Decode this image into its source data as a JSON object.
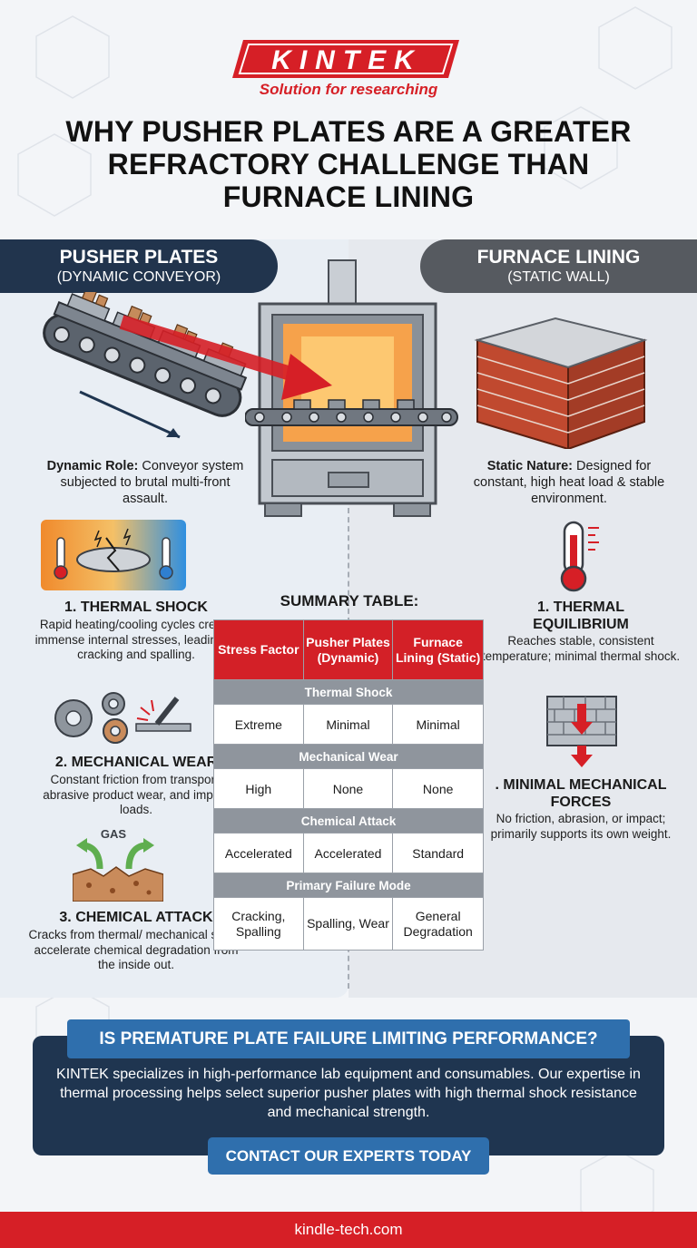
{
  "brand": {
    "logo_text": "KINTEK",
    "tagline": "Solution for researching",
    "colors": {
      "red": "#d61f26",
      "navy": "#21344d",
      "gray": "#565a60",
      "blue": "#2f6fad"
    }
  },
  "title": "WHY PUSHER PLATES ARE A GREATER REFRACTORY CHALLENGE THAN FURNACE LINING",
  "left": {
    "header_title": "PUSHER PLATES",
    "header_sub": "(DYNAMIC CONVEYOR)",
    "role_label": "Dynamic Role:",
    "role_text": "Conveyor system subjected to brutal multi-front assault.",
    "items": [
      {
        "icon": "thermal-shock-icon",
        "title": "1. THERMAL SHOCK",
        "desc": "Rapid heating/cooling cycles create immense internal stresses, leading to cracking and spalling."
      },
      {
        "icon": "gears-icon",
        "title": "2. MECHANICAL WEAR",
        "desc": "Constant friction from transport, abrasive product wear, and impact loads."
      },
      {
        "icon": "gas-corrosion-icon",
        "title": "3. CHEMICAL ATTACK",
        "desc": "Cracks from thermal/ mechanical stress accelerate chemical degradation from the inside out.",
        "gas_label": "GAS"
      }
    ]
  },
  "right": {
    "header_title": "FURNACE LINING",
    "header_sub": "(STATIC WALL)",
    "role_label": "Static Nature:",
    "role_text": "Designed for constant, high heat load & stable environment.",
    "items": [
      {
        "icon": "thermometer-icon",
        "title": "1. THERMAL EQUILIBRIUM",
        "desc": "Reaches stable, consistent temperature; minimal thermal shock."
      },
      {
        "icon": "brick-weight-icon",
        "title": ". MINIMAL MECHANICAL FORCES",
        "desc": "No friction, abrasion, or impact; primarily supports its own weight."
      }
    ]
  },
  "table": {
    "title": "SUMMARY TABLE:",
    "headers": [
      "Stress Factor",
      "Pusher Plates (Dynamic)",
      "Furnace Lining (Static)"
    ],
    "groups": [
      {
        "label": "Thermal Shock",
        "values": [
          "Extreme",
          "Minimal",
          "Minimal"
        ]
      },
      {
        "label": "Mechanical Wear",
        "values": [
          "High",
          "None",
          "None"
        ]
      },
      {
        "label": "Chemical Attack",
        "values": [
          "Accelerated",
          "Accelerated",
          "Standard"
        ]
      },
      {
        "label": "Primary Failure Mode",
        "values": [
          "Cracking, Spalling",
          "Spalling, Wear",
          "General Degradation"
        ]
      }
    ]
  },
  "cta": {
    "heading": "IS PREMATURE PLATE FAILURE LIMITING PERFORMANCE?",
    "text": "KINTEK specializes in high-performance lab equipment and consumables. Our expertise in thermal processing helps select superior pusher plates with high thermal shock resistance and mechanical strength.",
    "button": "CONTACT OUR EXPERTS TODAY"
  },
  "footer": {
    "url": "kindle-tech.com"
  }
}
